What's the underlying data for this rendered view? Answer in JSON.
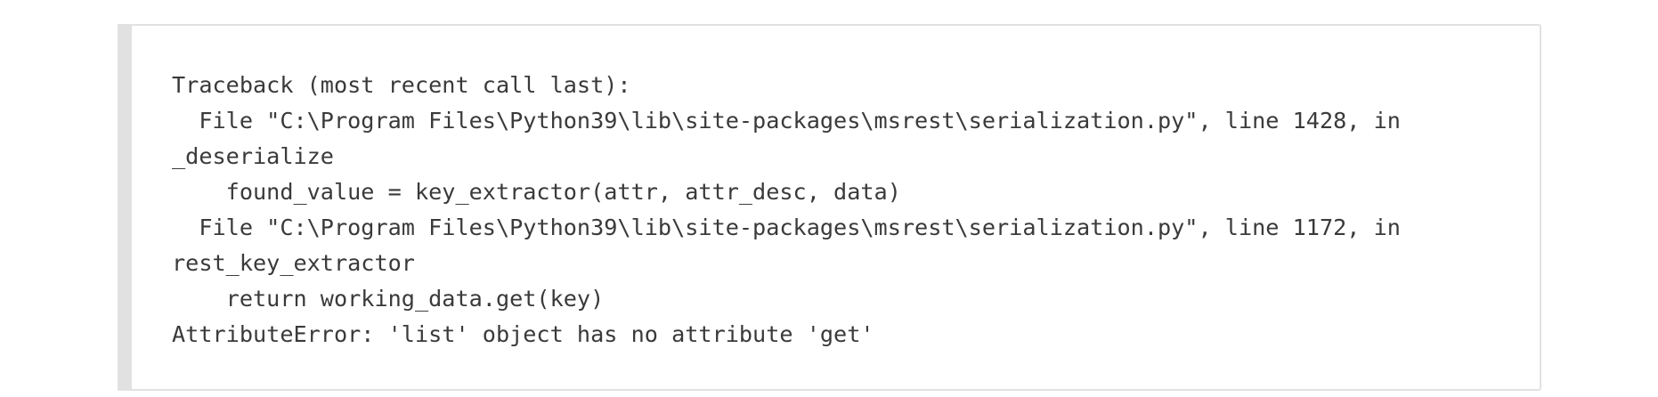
{
  "code_block": {
    "language": "python-traceback",
    "lines": [
      "Traceback (most recent call last):",
      "  File \"C:\\Program Files\\Python39\\lib\\site-packages\\msrest\\serialization.py\", line 1428, in",
      "_deserialize",
      "    found_value = key_extractor(attr, attr_desc, data)",
      "  File \"C:\\Program Files\\Python39\\lib\\site-packages\\msrest\\serialization.py\", line 1172, in",
      "rest_key_extractor",
      "    return working_data.get(key)",
      "AttributeError: 'list' object has no attribute 'get'"
    ]
  },
  "colors": {
    "text": "#3a3a3a",
    "border": "#e1e1e1",
    "background": "#ffffff"
  }
}
